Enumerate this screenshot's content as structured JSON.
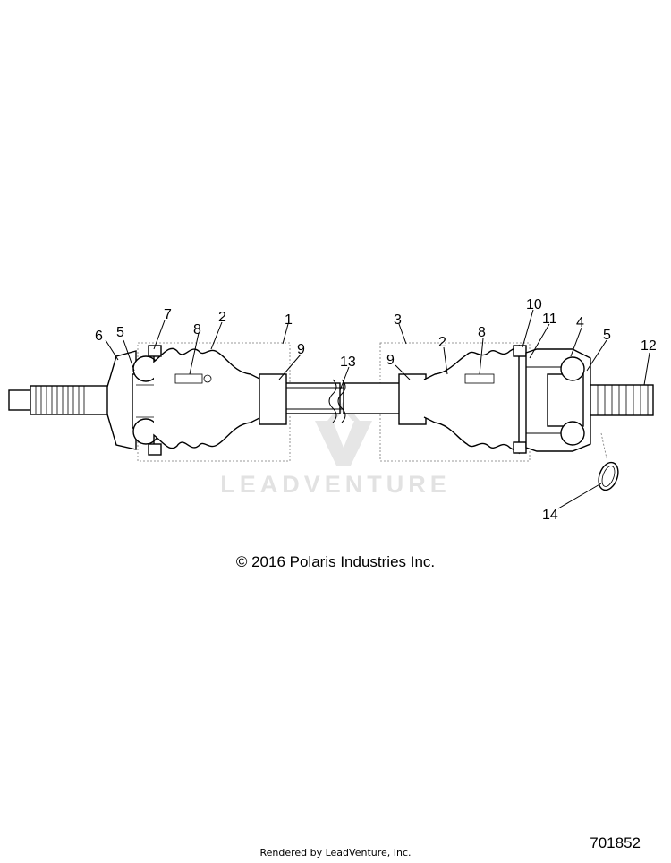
{
  "watermark": {
    "text": "LEADVENTURE"
  },
  "callouts": [
    {
      "id": "c6",
      "label": "6"
    },
    {
      "id": "c5a",
      "label": "5"
    },
    {
      "id": "c7",
      "label": "7"
    },
    {
      "id": "c8a",
      "label": "8"
    },
    {
      "id": "c2a",
      "label": "2"
    },
    {
      "id": "c1",
      "label": "1"
    },
    {
      "id": "c9a",
      "label": "9"
    },
    {
      "id": "c13",
      "label": "13"
    },
    {
      "id": "c3",
      "label": "3"
    },
    {
      "id": "c9b",
      "label": "9"
    },
    {
      "id": "c2b",
      "label": "2"
    },
    {
      "id": "c8b",
      "label": "8"
    },
    {
      "id": "c10",
      "label": "10"
    },
    {
      "id": "c11",
      "label": "11"
    },
    {
      "id": "c4",
      "label": "4"
    },
    {
      "id": "c5b",
      "label": "5"
    },
    {
      "id": "c12",
      "label": "12"
    },
    {
      "id": "c14",
      "label": "14"
    }
  ],
  "copyright": "© 2016 Polaris Industries Inc.",
  "footer": {
    "rendered_by": "Rendered by LeadVenture, Inc.",
    "drawing_number": "701852"
  }
}
